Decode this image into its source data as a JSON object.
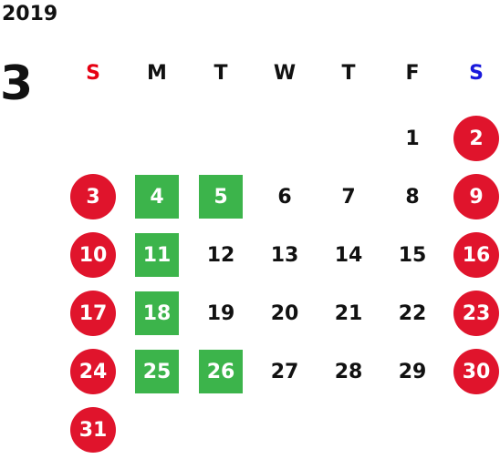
{
  "calendar": {
    "year": "2019",
    "month": "3",
    "weekdays": [
      {
        "label": "S",
        "color": "#e60012"
      },
      {
        "label": "M",
        "color": "#111111"
      },
      {
        "label": "T",
        "color": "#111111"
      },
      {
        "label": "W",
        "color": "#111111"
      },
      {
        "label": "T",
        "color": "#111111"
      },
      {
        "label": "F",
        "color": "#111111"
      },
      {
        "label": "S",
        "color": "#1a1adc"
      }
    ],
    "colors": {
      "weekend_circle": "#e0142c",
      "closed_square": "#3cb44b"
    },
    "weeks": [
      [
        null,
        null,
        null,
        null,
        null,
        {
          "day": "1",
          "style": "plain"
        },
        {
          "day": "2",
          "style": "circle"
        }
      ],
      [
        {
          "day": "3",
          "style": "circle"
        },
        {
          "day": "4",
          "style": "square"
        },
        {
          "day": "5",
          "style": "square"
        },
        {
          "day": "6",
          "style": "plain"
        },
        {
          "day": "7",
          "style": "plain"
        },
        {
          "day": "8",
          "style": "plain"
        },
        {
          "day": "9",
          "style": "circle"
        }
      ],
      [
        {
          "day": "10",
          "style": "circle"
        },
        {
          "day": "11",
          "style": "square"
        },
        {
          "day": "12",
          "style": "plain"
        },
        {
          "day": "13",
          "style": "plain"
        },
        {
          "day": "14",
          "style": "plain"
        },
        {
          "day": "15",
          "style": "plain"
        },
        {
          "day": "16",
          "style": "circle"
        }
      ],
      [
        {
          "day": "17",
          "style": "circle"
        },
        {
          "day": "18",
          "style": "square"
        },
        {
          "day": "19",
          "style": "plain"
        },
        {
          "day": "20",
          "style": "plain"
        },
        {
          "day": "21",
          "style": "plain"
        },
        {
          "day": "22",
          "style": "plain"
        },
        {
          "day": "23",
          "style": "circle"
        }
      ],
      [
        {
          "day": "24",
          "style": "circle"
        },
        {
          "day": "25",
          "style": "square"
        },
        {
          "day": "26",
          "style": "square"
        },
        {
          "day": "27",
          "style": "plain"
        },
        {
          "day": "28",
          "style": "plain"
        },
        {
          "day": "29",
          "style": "plain"
        },
        {
          "day": "30",
          "style": "circle"
        }
      ],
      [
        {
          "day": "31",
          "style": "circle"
        },
        null,
        null,
        null,
        null,
        null,
        null
      ]
    ]
  }
}
